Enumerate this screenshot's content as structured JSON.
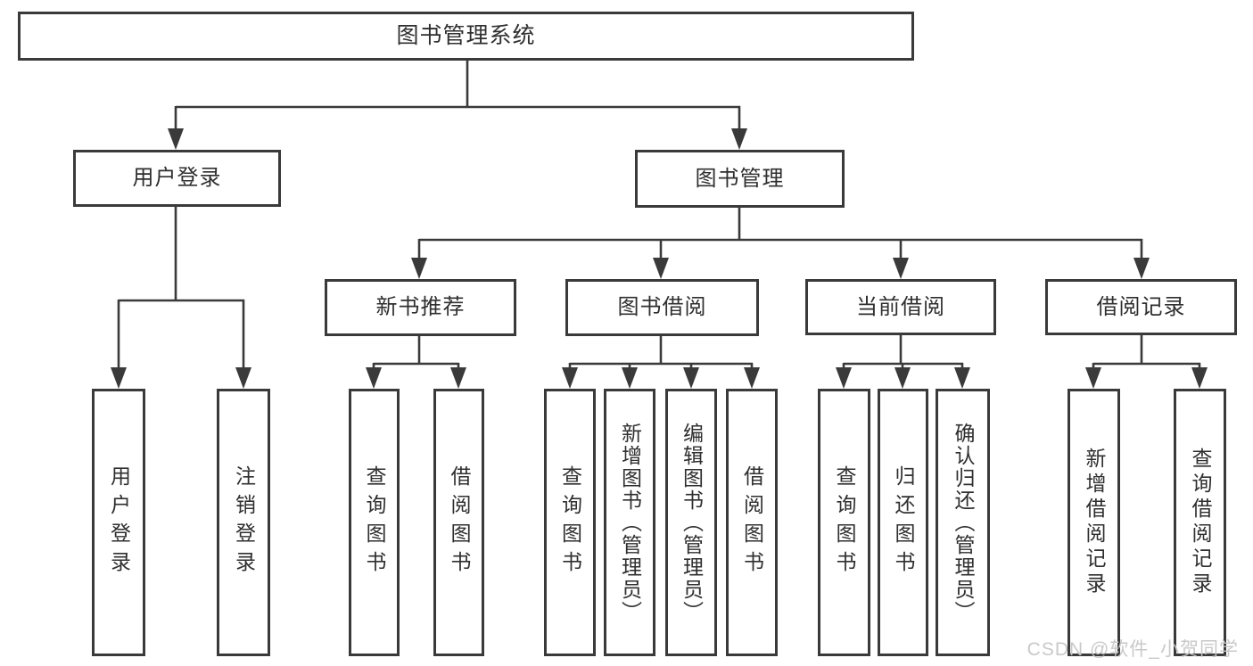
{
  "diagram_title": "图书管理系统",
  "watermark": "CSDN @软件_小贺同学",
  "colors": {
    "line": "#3a3a3a",
    "box_border": "#3a3a3a",
    "text": "#2f2f2f",
    "background": "#ffffff",
    "watermark_text": "#c6c6c6"
  },
  "nodes": {
    "root": {
      "label": "图书管理系统"
    },
    "user_login": {
      "label": "用户登录"
    },
    "book_management": {
      "label": "图书管理"
    },
    "new_book_recommend": {
      "label": "新书推荐"
    },
    "book_borrow": {
      "label": "图书借阅"
    },
    "current_borrow": {
      "label": "当前借阅"
    },
    "borrow_records": {
      "label": "借阅记录"
    },
    "leaf_user_login": {
      "label": "用户登录"
    },
    "leaf_logout": {
      "label": "注销登录"
    },
    "leaf_nb_query": {
      "label": "查询图书"
    },
    "leaf_nb_borrow": {
      "label": "借阅图书"
    },
    "leaf_bb_query": {
      "label": "查询图书"
    },
    "leaf_bb_add": {
      "label": "新增图书（管理员）"
    },
    "leaf_bb_edit": {
      "label": "编辑图书（管理员）"
    },
    "leaf_bb_borrow": {
      "label": "借阅图书"
    },
    "leaf_cb_query": {
      "label": "查询图书"
    },
    "leaf_cb_return": {
      "label": "归还图书"
    },
    "leaf_cb_confirm": {
      "label": "确认归还（管理员）"
    },
    "leaf_br_add": {
      "label": "新增借阅记录"
    },
    "leaf_br_query": {
      "label": "查询借阅记录"
    }
  },
  "hierarchy": {
    "图书管理系统": {
      "用户登录": [
        "用户登录",
        "注销登录"
      ],
      "图书管理": {
        "新书推荐": [
          "查询图书",
          "借阅图书"
        ],
        "图书借阅": [
          "查询图书",
          "新增图书（管理员）",
          "编辑图书（管理员）",
          "借阅图书"
        ],
        "当前借阅": [
          "查询图书",
          "归还图书",
          "确认归还（管理员）"
        ],
        "借阅记录": [
          "新增借阅记录",
          "查询借阅记录"
        ]
      }
    }
  }
}
